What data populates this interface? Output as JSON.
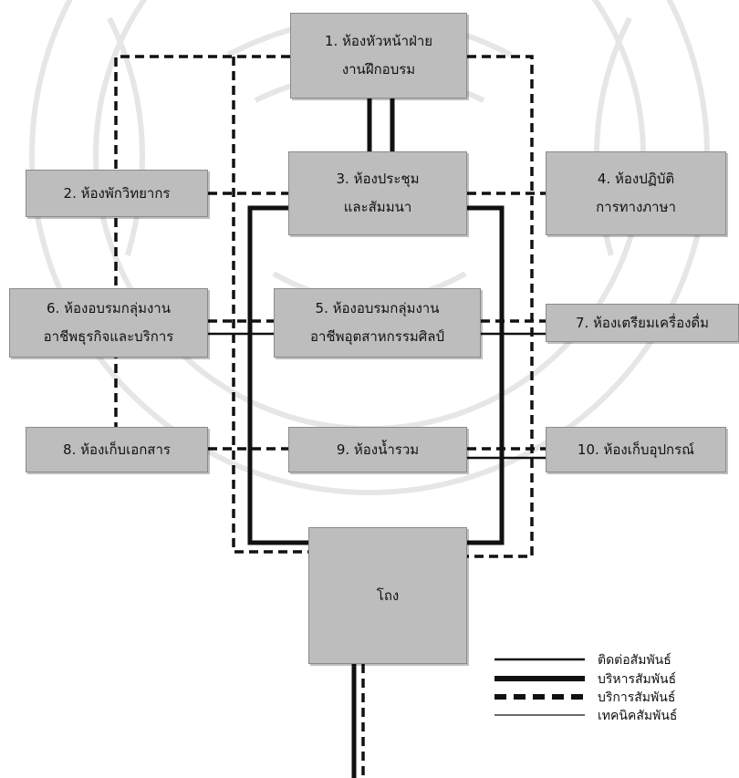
{
  "rooms": {
    "r1": [
      "1. ห้องหัวหน้าฝ่าย",
      "งานฝึกอบรม"
    ],
    "r2": [
      "2. ห้องพักวิทยากร"
    ],
    "r3": [
      "3. ห้องประชุม",
      "และสัมมนา"
    ],
    "r4": [
      "4. ห้องปฏิบัติ",
      "การทางภาษา"
    ],
    "r5": [
      "5. ห้องอบรมกลุ่มงาน",
      "อาชีพอุตสาหกรรมศิลป์"
    ],
    "r6": [
      "6. ห้องอบรมกลุ่มงาน",
      "อาชีพธุรกิจและบริการ"
    ],
    "r7": [
      "7. ห้องเตรียมเครื่องดื่ม"
    ],
    "r8": [
      "8. ห้องเก็บเอกสาร"
    ],
    "r9": [
      "9. ห้องน้ำรวม"
    ],
    "r10": [
      "10. ห้องเก็บอุปกรณ์"
    ],
    "hall": [
      "โถง"
    ]
  },
  "legend": [
    {
      "label": "ติดต่อสัมพันธ์",
      "style": "thin-solid"
    },
    {
      "label": "บริหารสัมพันธ์",
      "style": "thick-solid"
    },
    {
      "label": "บริการสัมพันธ์",
      "style": "thick-dashed"
    },
    {
      "label": "เทคนิคสัมพันธ์",
      "style": "hairline-solid"
    }
  ],
  "colors": {
    "box_fill": "#bdbdbd",
    "line": "#111111",
    "watermark": "#e4e4e4"
  }
}
